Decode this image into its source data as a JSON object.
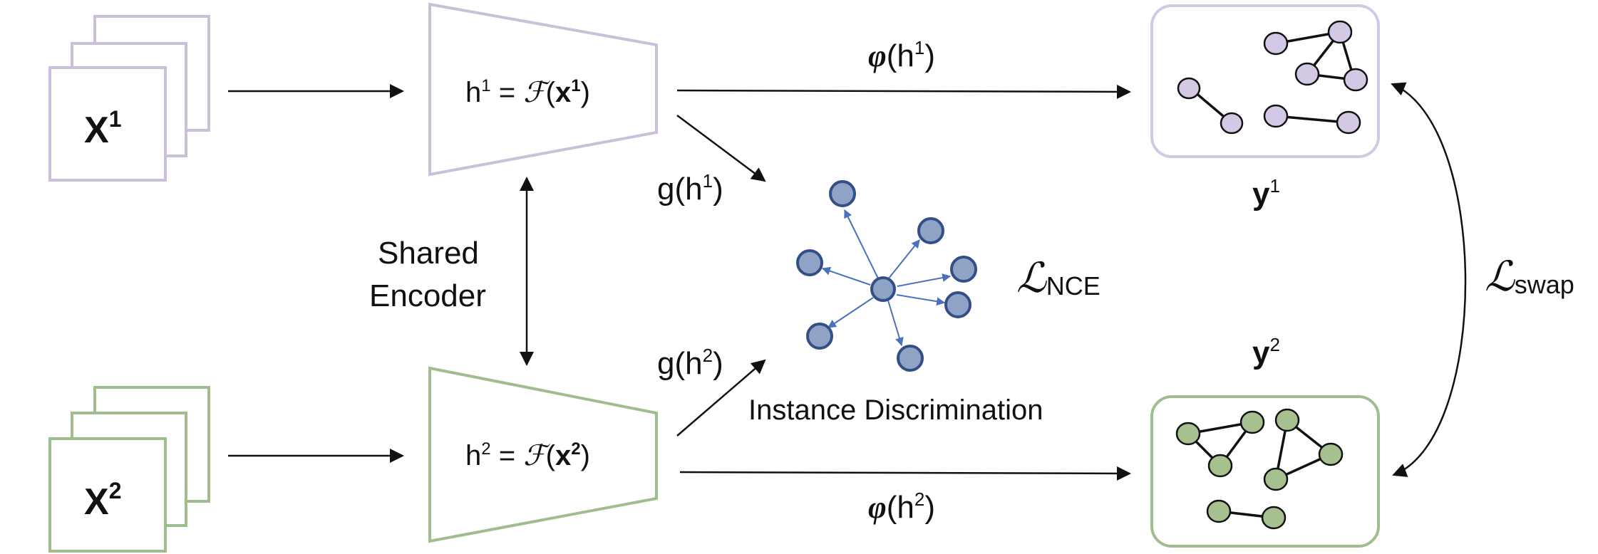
{
  "colors": {
    "view1": "#cbbfdc",
    "view2": "#9fbe8f",
    "node1": "#d4c9e4",
    "node2": "#a6c08f",
    "center": "#8fa3c7",
    "center_stroke": "#344f86",
    "center_edge": "#4a72bb",
    "arrow": "#111111"
  },
  "view1": {
    "input_base": "X",
    "input_sup": "1",
    "encoder_lhs": "h",
    "encoder_lhs_sup": "1",
    "encoder_eq": " = ",
    "encoder_f": "ℱ",
    "encoder_open": "(",
    "encoder_arg": "x",
    "encoder_arg_sup": "1",
    "encoder_close": ")",
    "phi": "φ",
    "phi_open": "(h",
    "phi_sup": "1",
    "phi_close": ")",
    "g": "g(h",
    "g_sup": "1",
    "g_close": ")",
    "y": "y",
    "y_sup": "1"
  },
  "view2": {
    "input_base": "X",
    "input_sup": "2",
    "encoder_lhs": "h",
    "encoder_lhs_sup": "2",
    "encoder_eq": " = ",
    "encoder_f": "ℱ",
    "encoder_open": "(",
    "encoder_arg": "x",
    "encoder_arg_sup": "2",
    "encoder_close": ")",
    "phi": "φ",
    "phi_open": "(h",
    "phi_sup": "2",
    "phi_close": ")",
    "g": "g(h",
    "g_sup": "2",
    "g_close": ")",
    "y": "y",
    "y_sup": "2"
  },
  "shared": {
    "line1": "Shared",
    "line2": "Encoder"
  },
  "center": {
    "caption": "Instance Discrimination",
    "loss_symbol": "ℒ",
    "loss_sub": "NCE"
  },
  "swap": {
    "loss_symbol": "ℒ",
    "loss_sub": "swap"
  }
}
